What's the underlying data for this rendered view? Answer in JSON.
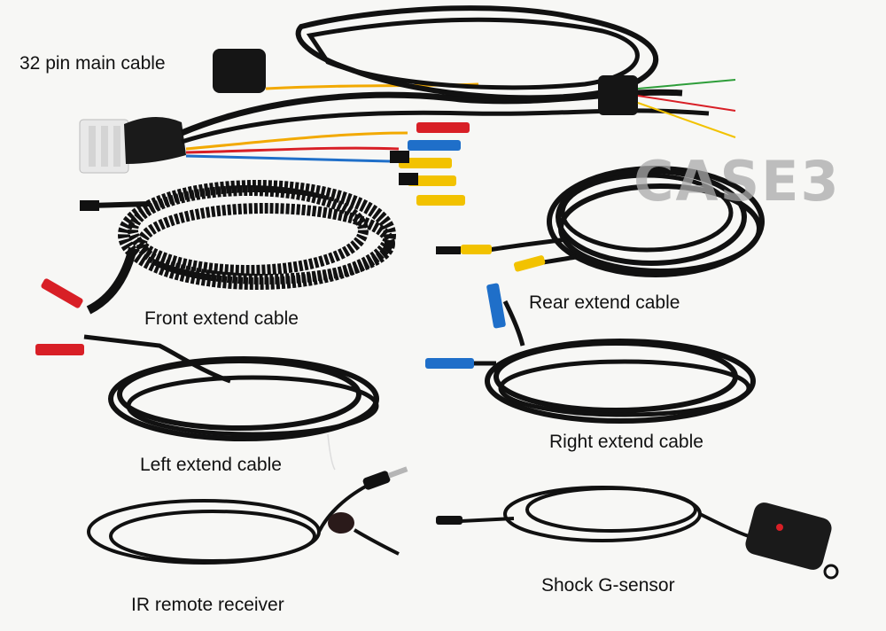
{
  "labels": {
    "main_cable": "32 pin main cable",
    "front": "Front extend cable",
    "rear": "Rear extend cable",
    "left": "Left extend cable",
    "right": "Right extend cable",
    "ir": "IR remote receiver",
    "shock": "Shock G-sensor"
  },
  "watermark": "CASE3",
  "colors": {
    "background": "#f7f7f5",
    "cable": "#111111",
    "red": "#d81f26",
    "blue": "#1f6fc9",
    "yellow": "#f2c200",
    "white_connector": "#e8e8e8"
  }
}
